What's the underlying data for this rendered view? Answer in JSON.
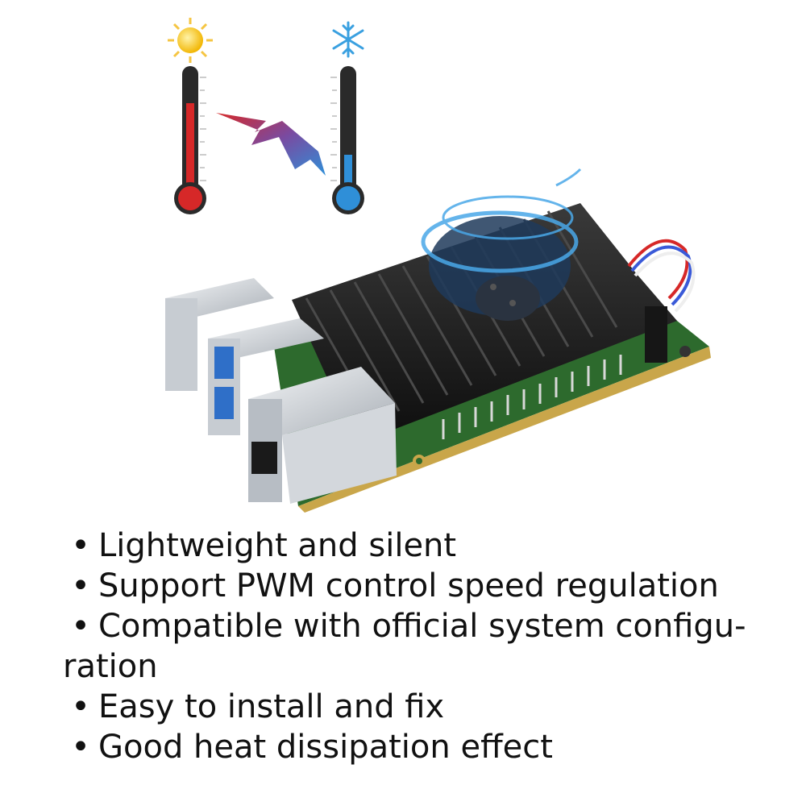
{
  "features": [
    "Lightweight and silent",
    "Support PWM control speed regulation",
    "Compatible with official system configu-",
    "ration",
    "Easy to install and fix",
    "Good heat dissipation effect"
  ],
  "bullet": "•",
  "icons": [
    "sun-icon",
    "snowflake-icon",
    "hot-thermometer",
    "cold-thermometer",
    "cooling-arrow",
    "fan-airflow"
  ],
  "colors": {
    "hot": "#d62828",
    "cold": "#2f8fd8",
    "heatsink": "#1b1b1b",
    "pcb": "#2d6a2d",
    "metal": "#cfd3d8"
  }
}
